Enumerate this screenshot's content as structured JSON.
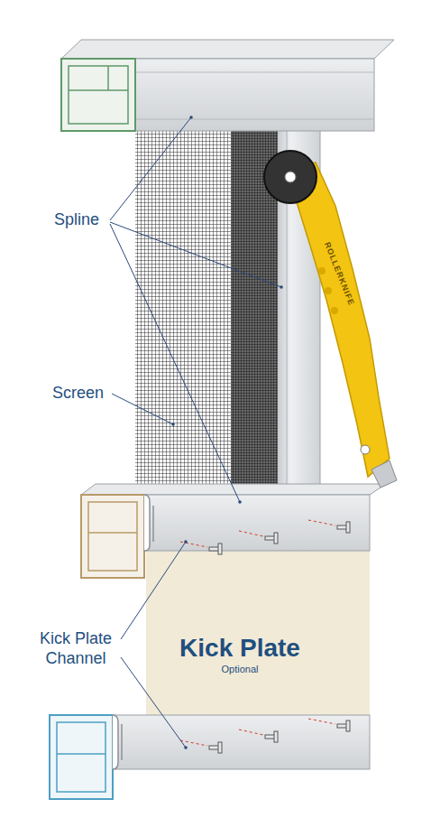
{
  "diagram": {
    "nodes": [
      {
        "text": [
          "Kick Plate",
          "Optional"
        ]
      }
    ],
    "labels": [
      "Spline",
      "Screen",
      "Kick Plate Channel",
      "ROLLERKNIFE"
    ]
  }
}
